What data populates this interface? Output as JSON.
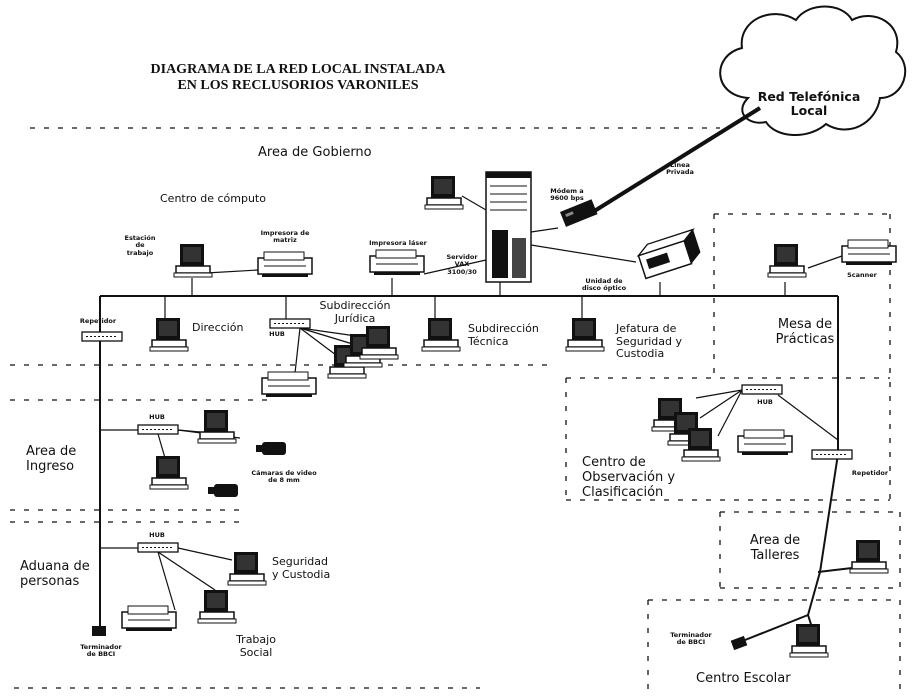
{
  "title": {
    "line1": "DIAGRAMA DE LA RED LOCAL INSTALADA",
    "line2": "EN LOS RECLUSORIOS VARONILES"
  },
  "cloud": {
    "line1": "Red Telefónica",
    "line2": "Local"
  },
  "areas": {
    "gobierno": "Area de Gobierno",
    "ingreso": [
      "Area de",
      "Ingreso"
    ],
    "aduana": [
      "Aduana de",
      "personas"
    ],
    "mesa": [
      "Mesa de",
      "Prácticas"
    ],
    "centro_obs": [
      "Centro de",
      "Observación y",
      "Clasificación"
    ],
    "talleres": [
      "Area de",
      "Talleres"
    ],
    "escolar": "Centro Escolar"
  },
  "labels": {
    "centro_computo": "Centro de cómputo",
    "estacion": [
      "Estación",
      "de",
      "trabajo"
    ],
    "impresora_matriz": [
      "Impresora de",
      "matriz"
    ],
    "impresora_laser": "Impresora láser",
    "servidor": [
      "Servidor",
      "VAX",
      "3100/30"
    ],
    "modem": [
      "Módem a",
      "9600 bps"
    ],
    "linea_privada": [
      "Línea",
      "Privada"
    ],
    "unidad_disco": [
      "Unidad de",
      "disco óptico"
    ],
    "scanner": "Scanner",
    "repetidor": "Repetidor",
    "direccion": "Dirección",
    "hub": "HUB",
    "subdir_juridica": [
      "Subdirección",
      "Jurídica"
    ],
    "subdir_tecnica": [
      "Subdirección",
      "Técnica"
    ],
    "jefatura": [
      "Jefatura de",
      "Seguridad y",
      "Custodia"
    ],
    "camaras": [
      "Cámaras de video",
      "de 8 mm"
    ],
    "seguridad": [
      "Seguridad",
      "y Custodia"
    ],
    "trabajo_social": [
      "Trabajo",
      "Social"
    ],
    "terminador": [
      "Terminador",
      "de BBCI"
    ],
    "repetidor2": "Repetidor"
  }
}
